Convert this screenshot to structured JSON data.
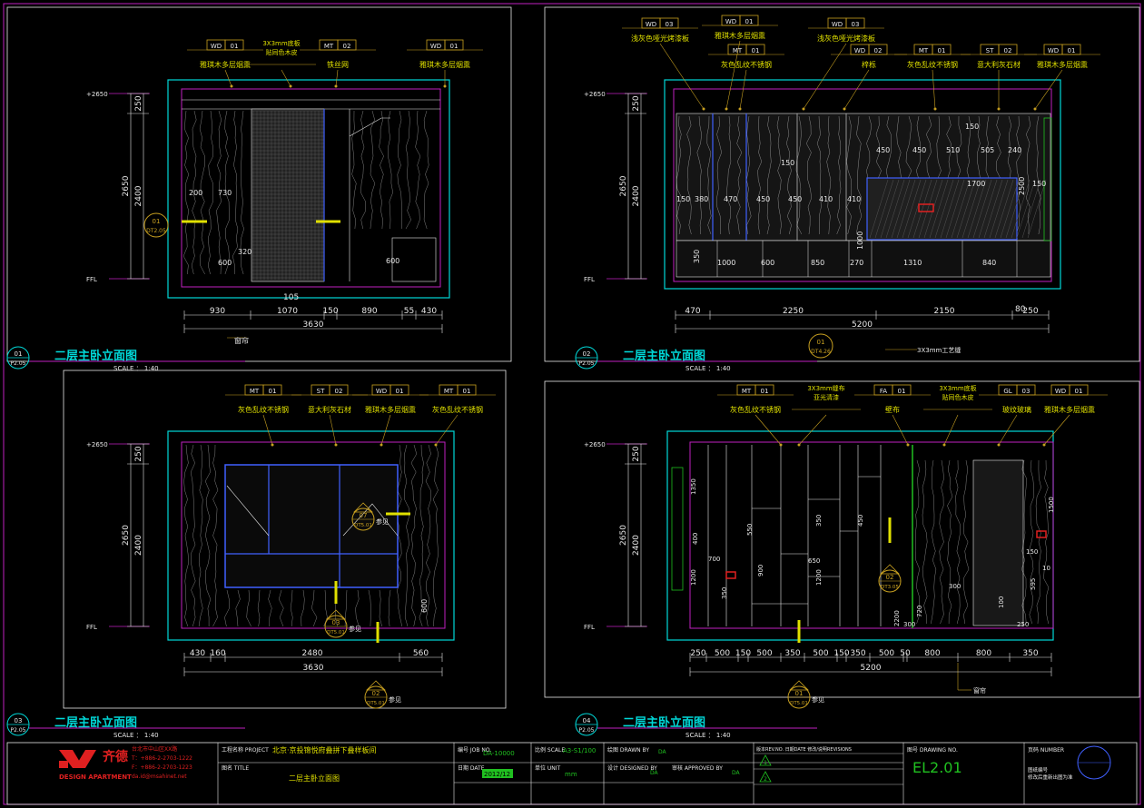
{
  "colors": {
    "background": "#000000",
    "frame_magenta": "#c020c0",
    "cyan": "#00d8d8",
    "yellow": "#e0e000",
    "gold": "#c8a020",
    "white": "#e8e8e8",
    "blue": "#4060ff",
    "red": "#e02020"
  },
  "panels": [
    {
      "id": "p1",
      "title": "二层主卧立面图",
      "scale": "SCALE ： 1:40",
      "bubble": {
        "top": "01",
        "bottom": "P2.05"
      },
      "tags": [
        {
          "code": "WD",
          "num": "01",
          "desc": "雅琪木多层烟熏"
        },
        {
          "code": "",
          "num": "",
          "desc": "3X3mm底板\n贴同色木皮"
        },
        {
          "code": "MT",
          "num": "02",
          "desc": "铁丝网"
        },
        {
          "code": "WD",
          "num": "01",
          "desc": "雅琪木多层烟熏"
        }
      ],
      "levels": [
        "+2650",
        "FFL"
      ],
      "vdims_outer": [
        "250",
        "2400"
      ],
      "vdims_total": "2650",
      "inner_dims": [
        "200",
        "730",
        "320",
        "600",
        "600"
      ],
      "hdims": [
        "930",
        "1070",
        "150",
        "890",
        "55",
        "430"
      ],
      "hdim_extra": "105",
      "htotal": "3630",
      "callout_bottom": "窗帘",
      "section": {
        "top": "01",
        "bottom": "DT2.05"
      }
    },
    {
      "id": "p2",
      "title": "二层主卧立面图",
      "scale": "SCALE ： 1:40",
      "bubble": {
        "top": "02",
        "bottom": "P2.05"
      },
      "tags": [
        {
          "code": "WD",
          "num": "03",
          "desc": "浅灰色哑光烤漆板"
        },
        {
          "code": "WD",
          "num": "01",
          "desc": "雅琪木多层烟熏"
        },
        {
          "code": "MT",
          "num": "01",
          "desc": "灰色乱纹不锈钢"
        },
        {
          "code": "WD",
          "num": "03",
          "desc": "浅灰色哑光烤漆板"
        },
        {
          "code": "WD",
          "num": "02",
          "desc": "梓栎"
        },
        {
          "code": "MT",
          "num": "01",
          "desc": "灰色乱纹不锈钢"
        },
        {
          "code": "ST",
          "num": "02",
          "desc": "意大利灰石材"
        },
        {
          "code": "WD",
          "num": "01",
          "desc": "雅琪木多层烟熏"
        }
      ],
      "levels": [
        "+2650",
        "FFL"
      ],
      "vdims_outer": [
        "250",
        "2400"
      ],
      "vdims_total": "2650",
      "inner_top": [
        "450",
        "450",
        "510",
        "505",
        "240"
      ],
      "inner_mid": [
        "150",
        "380",
        "470",
        "450",
        "450",
        "410",
        "410"
      ],
      "inner_misc": [
        "150",
        "150",
        "1700",
        "2500",
        "150",
        "1000"
      ],
      "inner_bottom": [
        "350",
        "1000",
        "600",
        "850",
        "270",
        "1310",
        "840"
      ],
      "hdims": [
        "470",
        "2250",
        "2150",
        "250"
      ],
      "hdim_extra": "80",
      "htotal": "5200",
      "callout_bottom": "3X3mm工艺缝",
      "section": {
        "top": "01",
        "bottom": "DT4.26"
      }
    },
    {
      "id": "p3",
      "title": "二层主卧立面图",
      "scale": "SCALE ： 1:40",
      "bubble": {
        "top": "03",
        "bottom": "P2.05"
      },
      "tags": [
        {
          "code": "MT",
          "num": "01",
          "desc": "灰色乱纹不锈钢"
        },
        {
          "code": "ST",
          "num": "02",
          "desc": "意大利灰石材"
        },
        {
          "code": "WD",
          "num": "01",
          "desc": "雅琪木多层烟熏"
        },
        {
          "code": "MT",
          "num": "01",
          "desc": "灰色乱纹不锈钢"
        }
      ],
      "levels": [
        "+2650",
        "FFL"
      ],
      "vdims_outer": [
        "250",
        "2400"
      ],
      "vdims_total": "2650",
      "inner_dims": [
        "600"
      ],
      "hdims": [
        "430",
        "160",
        "2480",
        "560"
      ],
      "htotal": "3630",
      "sections": [
        {
          "top": "07",
          "bottom": "DT5.01",
          "label": "参见"
        },
        {
          "top": "03",
          "bottom": "DT5.01",
          "label": "参见"
        },
        {
          "top": "02",
          "bottom": "DT5.01",
          "label": "参见"
        }
      ]
    },
    {
      "id": "p4",
      "title": "二层主卧立面图",
      "scale": "SCALE ： 1:40",
      "bubble": {
        "top": "04",
        "bottom": "P2.05"
      },
      "tags": [
        {
          "code": "MT",
          "num": "01",
          "desc": "灰色乱纹不锈钢"
        },
        {
          "code": "",
          "num": "",
          "desc": "3X3mm缝布\n亚光清漆"
        },
        {
          "code": "FA",
          "num": "01",
          "desc": "壁布"
        },
        {
          "code": "",
          "num": "",
          "desc": "3X3mm底板\n贴同色木皮"
        },
        {
          "code": "GL",
          "num": "03",
          "desc": "玻纹玻璃"
        },
        {
          "code": "WD",
          "num": "01",
          "desc": "雅琪木多层烟熏"
        }
      ],
      "levels": [
        "+2650",
        "FFL"
      ],
      "vdims_outer": [
        "250",
        "2400"
      ],
      "vdims_total": "2650",
      "inner_dims": [
        "1350",
        "400",
        "700",
        "1200",
        "350",
        "550",
        "900",
        "1200",
        "350",
        "450",
        "650",
        "2200",
        "720",
        "300",
        "100",
        "595",
        "1500",
        "150",
        "10",
        "300",
        "250"
      ],
      "hdims": [
        "250",
        "500",
        "150",
        "500",
        "350",
        "500",
        "150",
        "350",
        "500",
        "50",
        "800",
        "800",
        "350"
      ],
      "htotal": "5200",
      "callout_bottom": "窗帘",
      "sections": [
        {
          "top": "01",
          "bottom": "DT5.01",
          "label": "参见"
        },
        {
          "top": "02",
          "bottom": "DT3.05",
          "label": ""
        }
      ]
    }
  ],
  "title_block": {
    "company_cn": "齐德",
    "company_sub": "DESIGN APARTMENT",
    "address_lines": [
      "台北市中山区XX路",
      "T：+886-2-2703-1222",
      "F：+886-2-2703-1223",
      "da.id@msahinet.net"
    ],
    "project_label": "工程名称 PROJECT",
    "project": "北京·京投锦悦府叠拼下叠样板间",
    "title_label": "图名 TITLE",
    "title": "二层主卧立面图",
    "job_no_label": "编号 JOB NO.",
    "job_no": "DA-10000",
    "date_label": "日期 DATE",
    "date": "2012/12",
    "scale_label": "比例 SCALE",
    "scale": "A3-S1/100",
    "unit_label": "单位 UNIT",
    "unit": "mm",
    "drawn_label": "绘图 DRAWN BY",
    "drawn": "DA",
    "designed_label": "设计 DESIGNED BY",
    "designed": "DA",
    "approved_label": "审核 APPROVED BY",
    "approved": "DA",
    "rev_label": "版本REV.NO.  日期DATE  修改/说明REVISIONS",
    "drawing_no_label": "图号 DRAWING NO.",
    "drawing_no": "EL2.01",
    "number_label": "页码 NUMBER",
    "number_note": "图纸编号\n修改后重新出图为准",
    "rev_marks": [
      "1",
      "2"
    ]
  }
}
